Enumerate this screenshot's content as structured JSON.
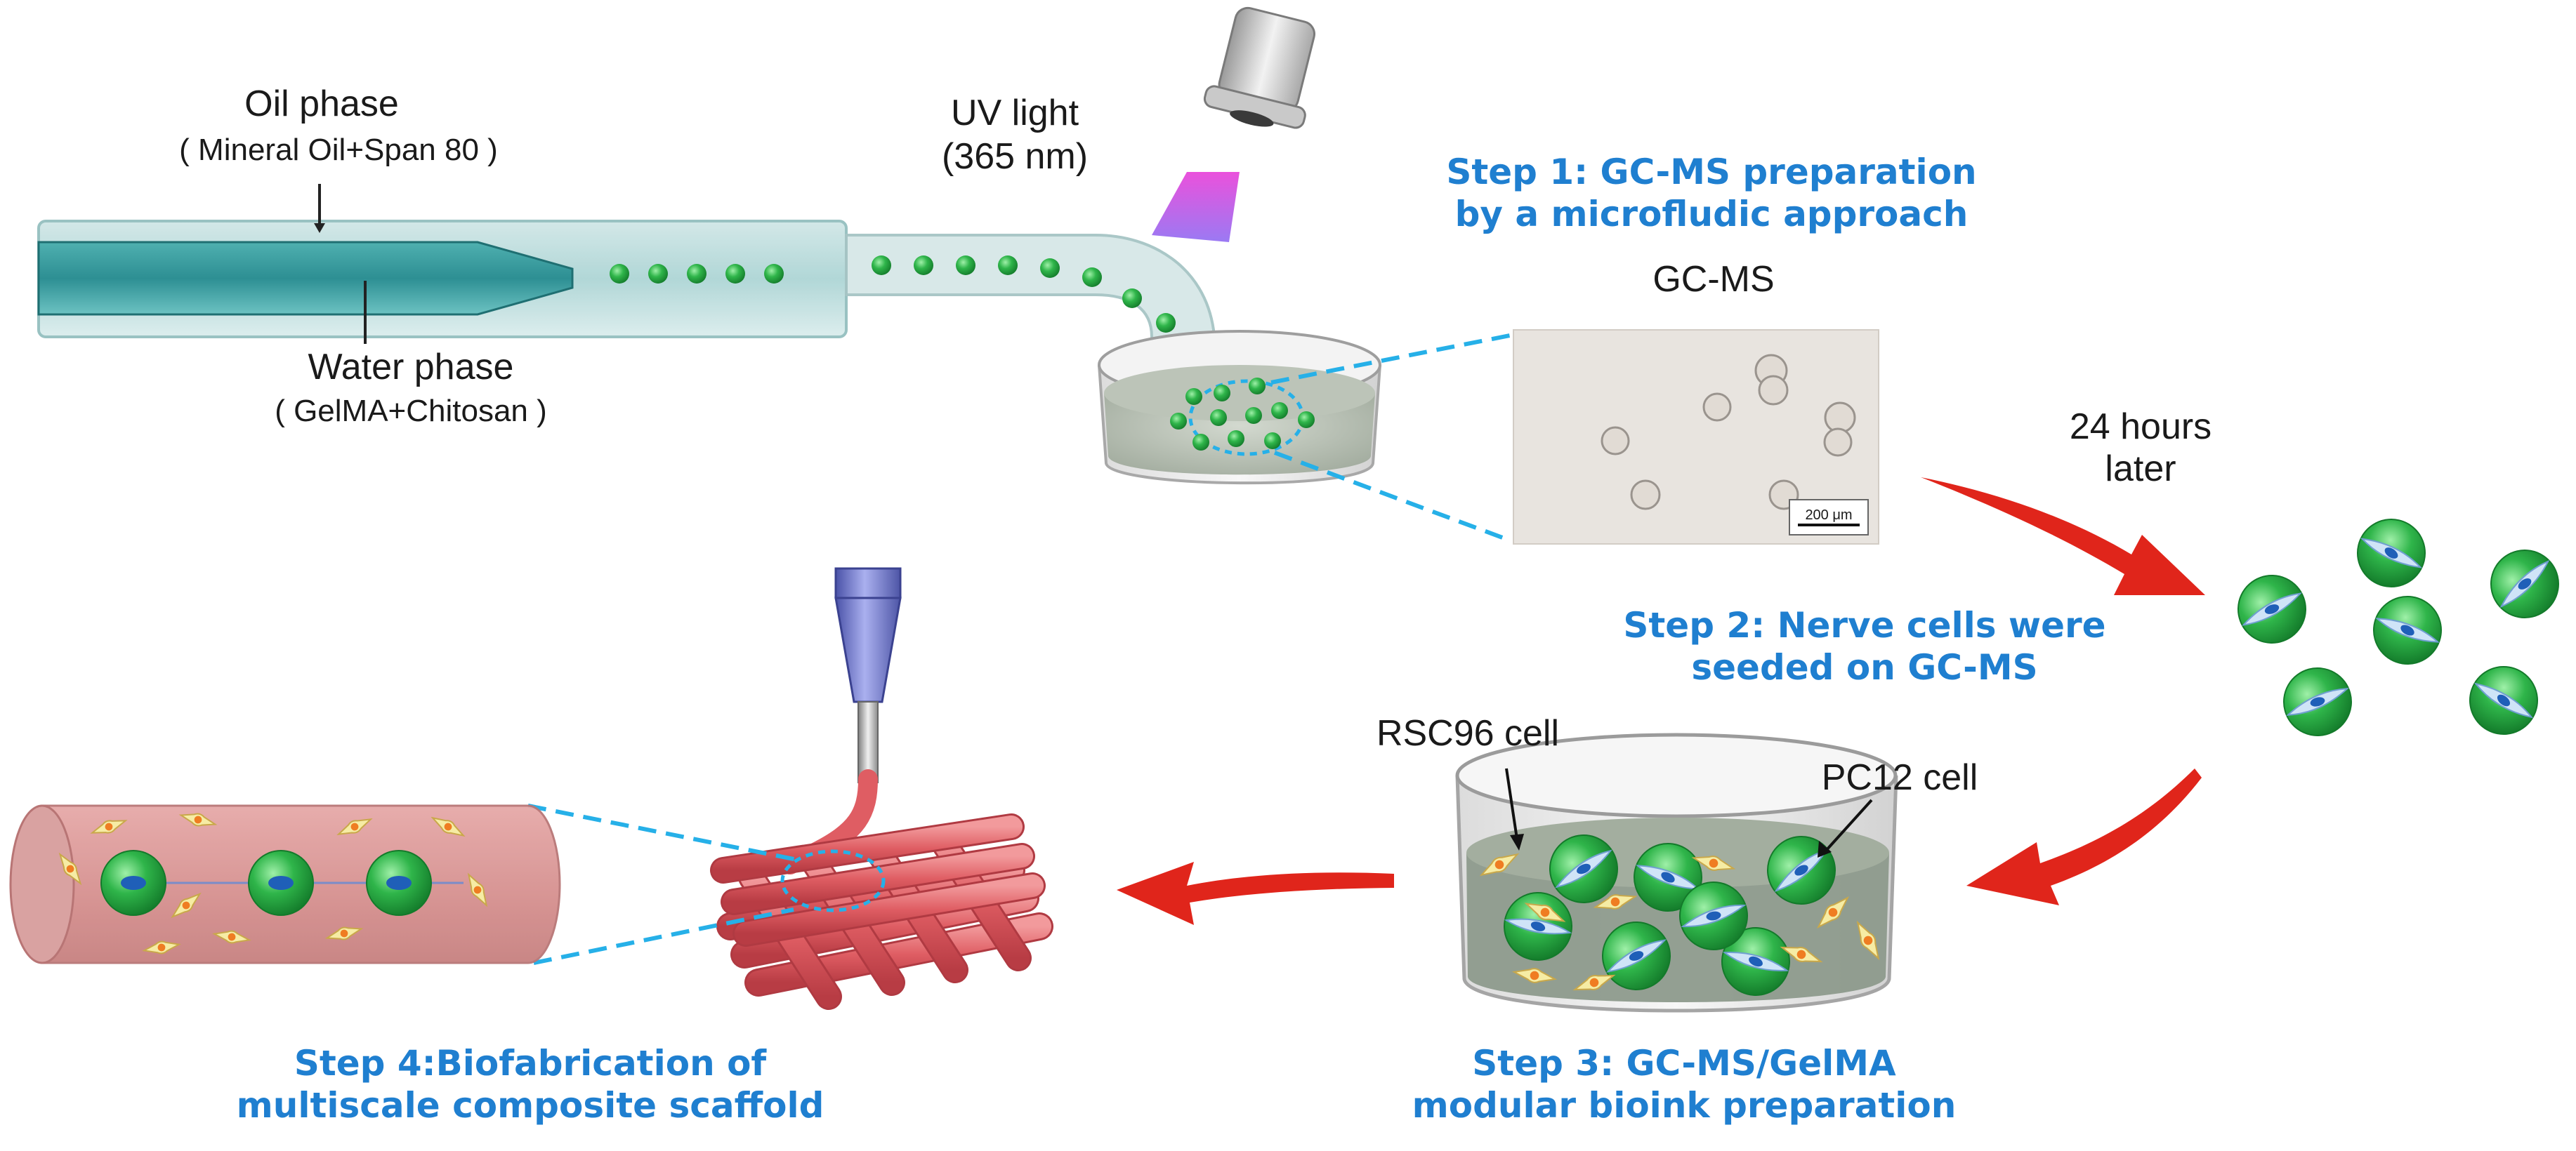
{
  "labels": {
    "oil_phase": "Oil phase",
    "oil_phase_detail": "( Mineral Oil+Span 80 )",
    "water_phase": "Water phase",
    "water_phase_detail": "( GelMA+Chitosan )",
    "uv_light": "UV light",
    "uv_wavelength": "(365 nm)",
    "micrograph_title": "GC-MS",
    "scale_bar": "200 μm",
    "time_line1": "24 hours",
    "time_line2": "later",
    "rsc96": "RSC96 cell",
    "pc12": "PC12 cell"
  },
  "steps": [
    {
      "line1": "Step 1:  GC-MS preparation",
      "line2": "by a microfludic approach"
    },
    {
      "line1": "Step 2: Nerve cells were",
      "line2": "seeded on GC-MS"
    },
    {
      "line1": "Step 3: GC-MS/GelMA",
      "line2": "modular  bioink preparation"
    },
    {
      "line1": "Step 4:Biofabrication of",
      "line2": "multiscale composite scaffold"
    }
  ],
  "colors": {
    "step_text": "#1f7fd0",
    "dashed_lines": "#26b0e8",
    "arrows": "#e0251b",
    "microspheres": "#2fb54a",
    "nozzle": "#6c74c4",
    "scaffold": "#e0656a"
  }
}
